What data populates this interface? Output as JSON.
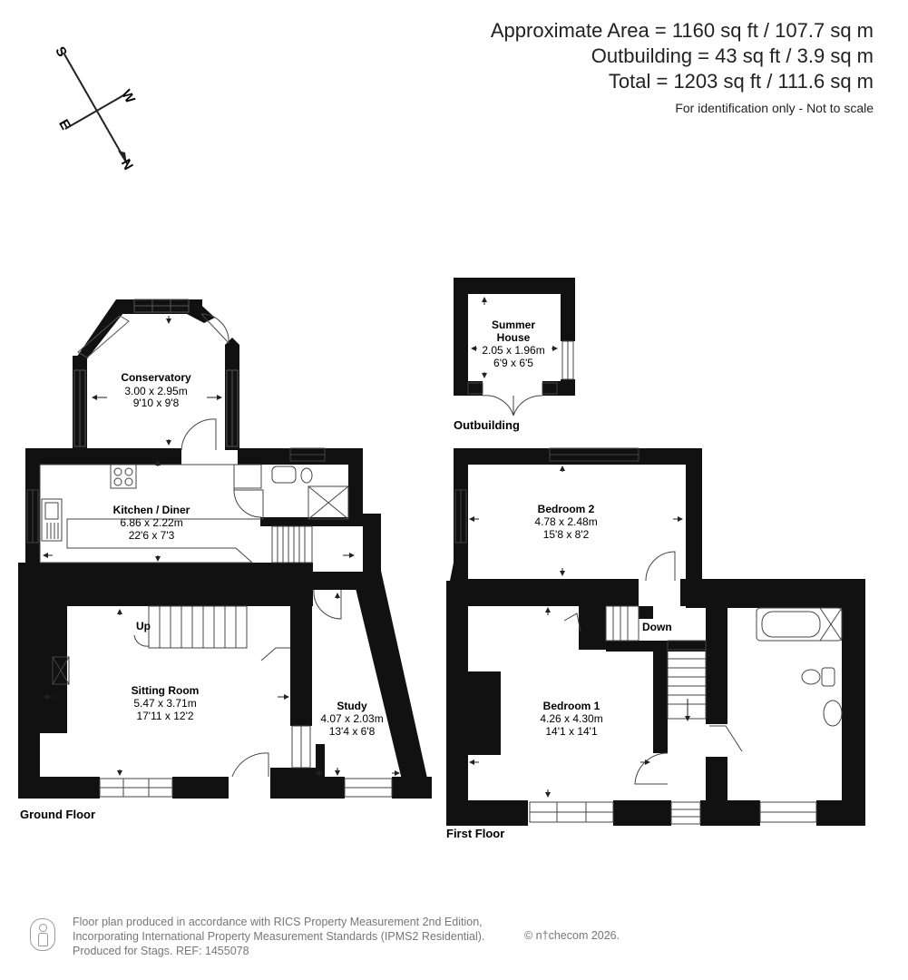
{
  "header": {
    "area": "Approximate Area = 1160 sq ft / 107.7 sq m",
    "outbuilding": "Outbuilding = 43 sq ft / 3.9 sq m",
    "total": "Total = 1203 sq ft / 111.6 sq m",
    "note": "For identification only - Not to scale"
  },
  "compass": {
    "n": "N",
    "s": "S",
    "e": "E",
    "w": "W"
  },
  "floors": {
    "ground": "Ground Floor",
    "first": "First Floor",
    "outbuilding": "Outbuilding"
  },
  "rooms": {
    "conservatory": {
      "name": "Conservatory",
      "metric": "3.00 x 2.95m",
      "imperial": "9'10 x 9'8"
    },
    "kitchen": {
      "name": "Kitchen / Diner",
      "metric": "6.86 x 2.22m",
      "imperial": "22'6 x 7'3"
    },
    "sitting": {
      "name": "Sitting Room",
      "metric": "5.47 x 3.71m",
      "imperial": "17'11 x 12'2"
    },
    "study": {
      "name": "Study",
      "metric": "4.07 x 2.03m",
      "imperial": "13'4 x 6'8"
    },
    "summer_name1": "Summer",
    "summer_name2": "House",
    "summer_metric": "2.05 x 1.96m",
    "summer_imperial": "6'9 x 6'5",
    "bedroom2": {
      "name": "Bedroom 2",
      "metric": "4.78 x 2.48m",
      "imperial": "15'8 x 8'2"
    },
    "bedroom1": {
      "name": "Bedroom 1",
      "metric": "4.26 x 4.30m",
      "imperial": "14'1 x 14'1"
    }
  },
  "stairs": {
    "up": "Up",
    "down": "Down"
  },
  "footer": {
    "line1": "Floor plan produced in accordance with RICS Property Measurement 2nd Edition,",
    "line2": "Incorporating International Property Measurement Standards (IPMS2 Residential).",
    "line3": "Produced for Stags.   REF: 1455078",
    "credit": "© n†checom 2026."
  },
  "colors": {
    "wall": "#111111",
    "text": "#222222",
    "footer": "#777777"
  }
}
